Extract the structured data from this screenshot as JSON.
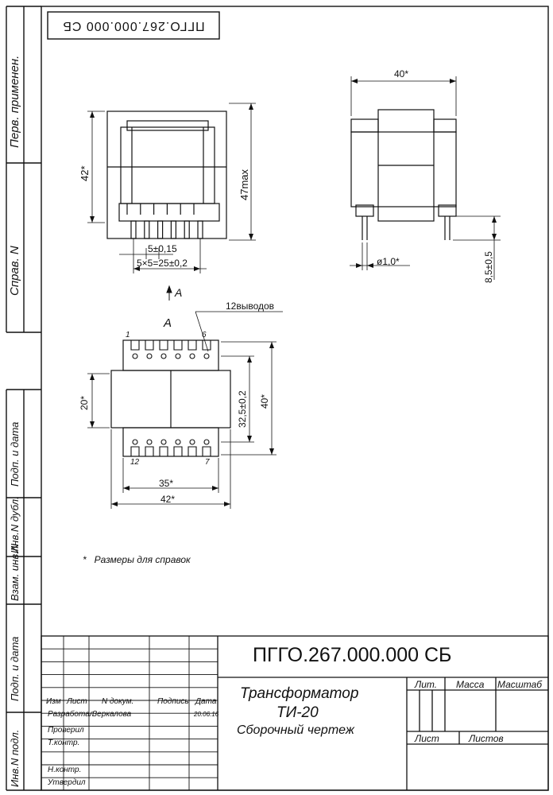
{
  "stamp_top": "ПГГО.267.000.000 СБ",
  "side": {
    "perv_primen": "Перв. применен.",
    "sprav_n": "Справ. N",
    "podp_data_1": "Подп. и дата",
    "inv_dubl": "Инв.N дубл.",
    "vzam_inv": "Взам. инв.N",
    "podp_data_2": "Подп. и дата",
    "inv_podl": "Инв.N подл."
  },
  "dims": {
    "front_width": "40*",
    "left_height": "42*",
    "right_height": "47max",
    "pitch": "5±0,15",
    "pitch_total": "5×5=25±0,2",
    "pin_dia": "ø1,0*",
    "pin_len": "8,5±0,5",
    "bottom_height_left": "20*",
    "bottom_height_mid": "32,5±0,2",
    "bottom_height_right": "40*",
    "bottom_w1": "35*",
    "bottom_w2": "42*",
    "pins_label": "12выводов",
    "pin_1": "1",
    "pin_6": "6",
    "pin_12": "12",
    "pin_7": "7",
    "view_arrow": "A",
    "view_title": "A"
  },
  "note": "*   Размеры для справок",
  "title_block": {
    "designation": "ПГГО.267.000.000 СБ",
    "name_line1": "Трансформатор",
    "name_line2": "ТИ-20",
    "name_line3": "Сборочный чертеж",
    "h_izm": "Изм",
    "h_list": "Лист",
    "h_ndokum": "N докум.",
    "h_podpis": "Подпись",
    "h_data": "Дата",
    "razrab": "Разработал",
    "razrab_name": "Зеркалова",
    "razrab_date": "20.06.16",
    "proveril": "Проверил",
    "tkontr": "Т.контр.",
    "nkontr": "Н.контр.",
    "utverdil": "Утвердил",
    "lit": "Лит.",
    "massa": "Масса",
    "masshtab": "Масштаб",
    "list": "Лист",
    "listov": "Листов"
  }
}
